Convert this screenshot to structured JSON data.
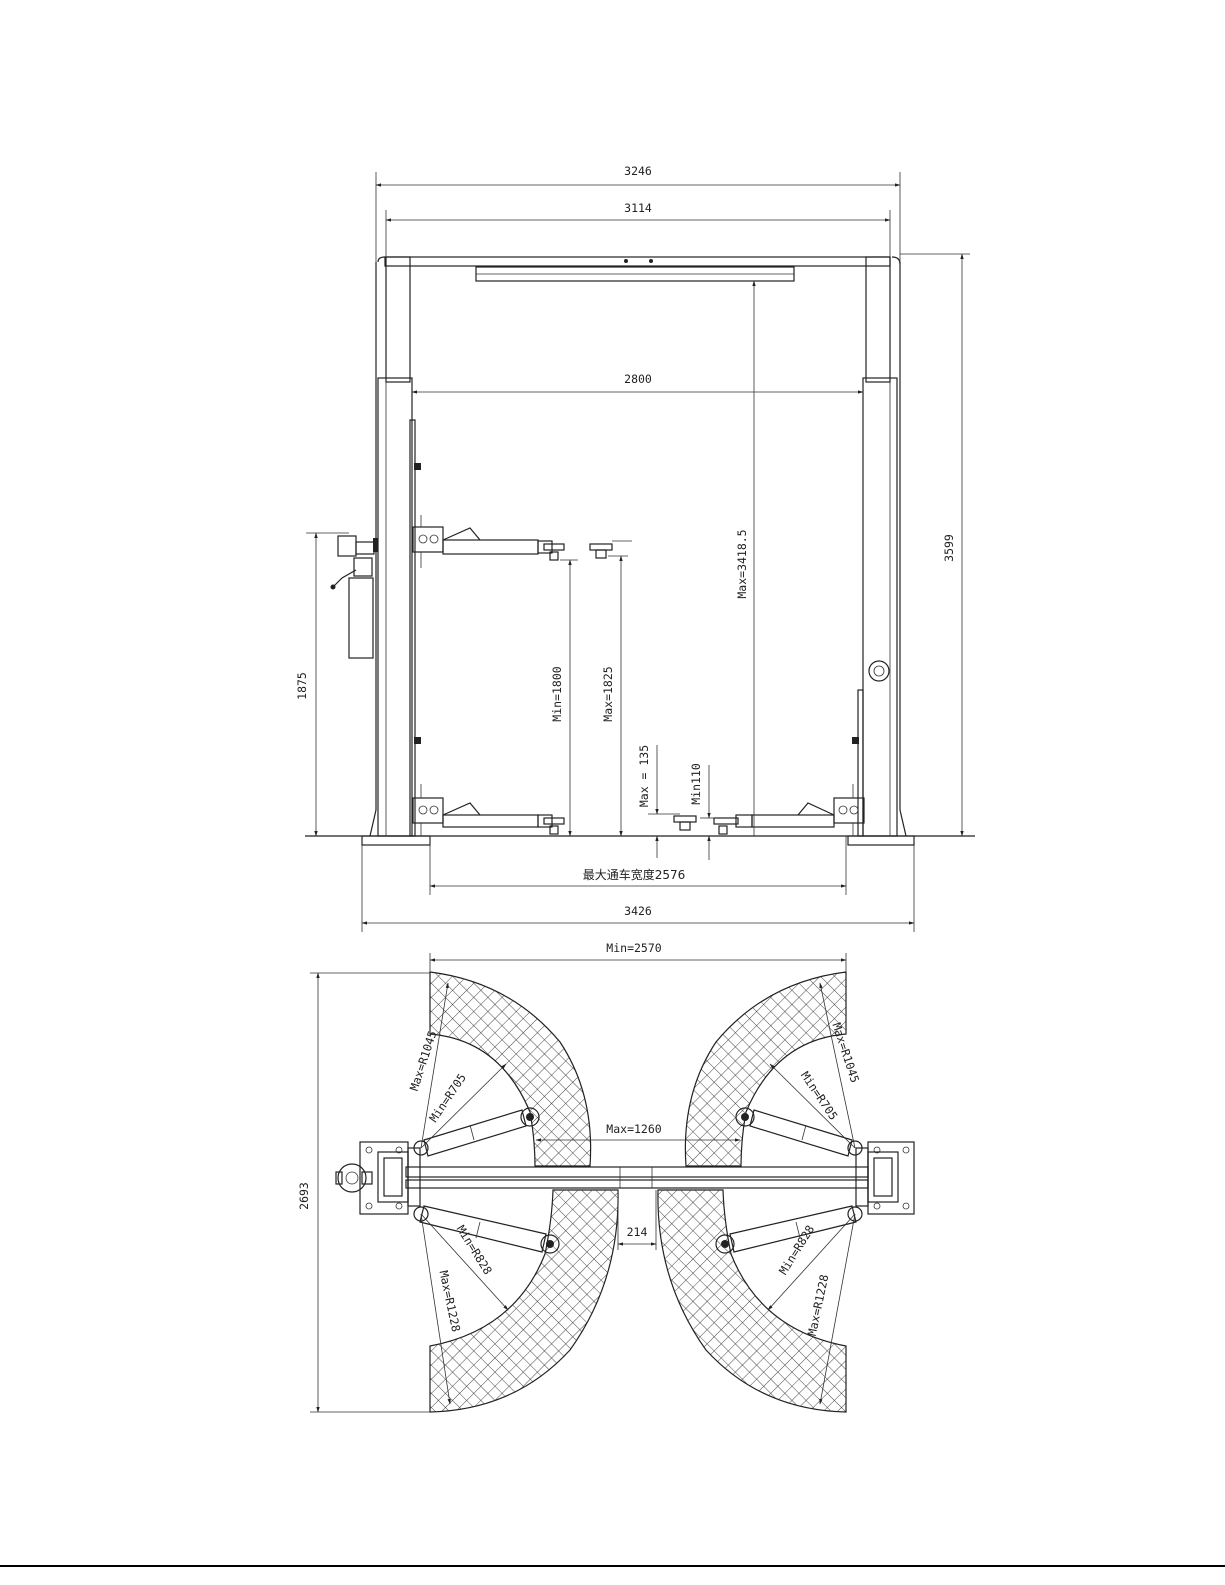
{
  "front_view": {
    "overall_width": "3246",
    "column_span": "3114",
    "inner_clearance": "2800",
    "overall_height": "3599",
    "max_lift_height": "Max=3418.5",
    "power_unit_height": "1875",
    "min_arm_height": "Min=1800",
    "max_arm_height": "Max=1825",
    "max_pad_height": "Max = 135",
    "min_pad_height": "Min110",
    "max_drive_through": "最大通车宽度2576",
    "base_width": "3426"
  },
  "top_view": {
    "min_width": "Min=2570",
    "overall_depth": "2693",
    "max_arm_reach": "Max=1260",
    "center_gap": "214",
    "front_left_max": "Max=R1045",
    "front_left_min": "Min=R705",
    "front_right_max": "Max=R1045",
    "front_right_min": "Min=R705",
    "rear_left_min": "Min=R828",
    "rear_left_max": "Max=R1228",
    "rear_right_min": "Min=R828",
    "rear_right_max": "Max=R1228"
  }
}
